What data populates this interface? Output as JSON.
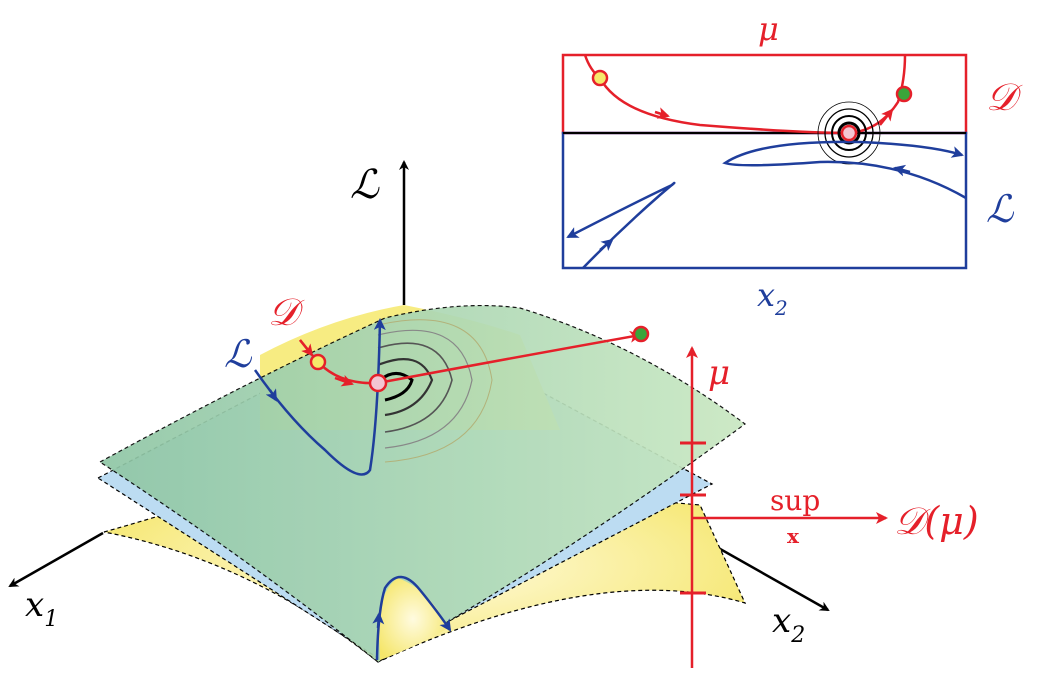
{
  "labels": {
    "main_L_axis": "ℒ",
    "main_x1_axis": "x",
    "main_x1_sub": "1",
    "main_x2_axis": "x",
    "main_x2_sub": "2",
    "main_D_curve": "𝒟",
    "main_L_curve": "ℒ",
    "mu_axis": "μ",
    "sup_text": "sup",
    "sup_sub": "x",
    "D_of_mu": "𝒟(μ)",
    "inset_mu": "μ",
    "inset_D": "𝒟",
    "inset_L": "ℒ",
    "inset_x2": "x",
    "inset_x2_sub": "2"
  },
  "colors": {
    "red": "#e5202a",
    "blue": "#1f3e9c",
    "black": "#000000",
    "yellow_surface": "#f7ec82",
    "green_plane": "#98cdb0",
    "green_plane_light": "#c6e6c0",
    "blue_plane": "#bcdcf2",
    "start_point": "#f6e96a",
    "end_point": "#3aa53a",
    "saddle_point": "#f3c6d2"
  }
}
